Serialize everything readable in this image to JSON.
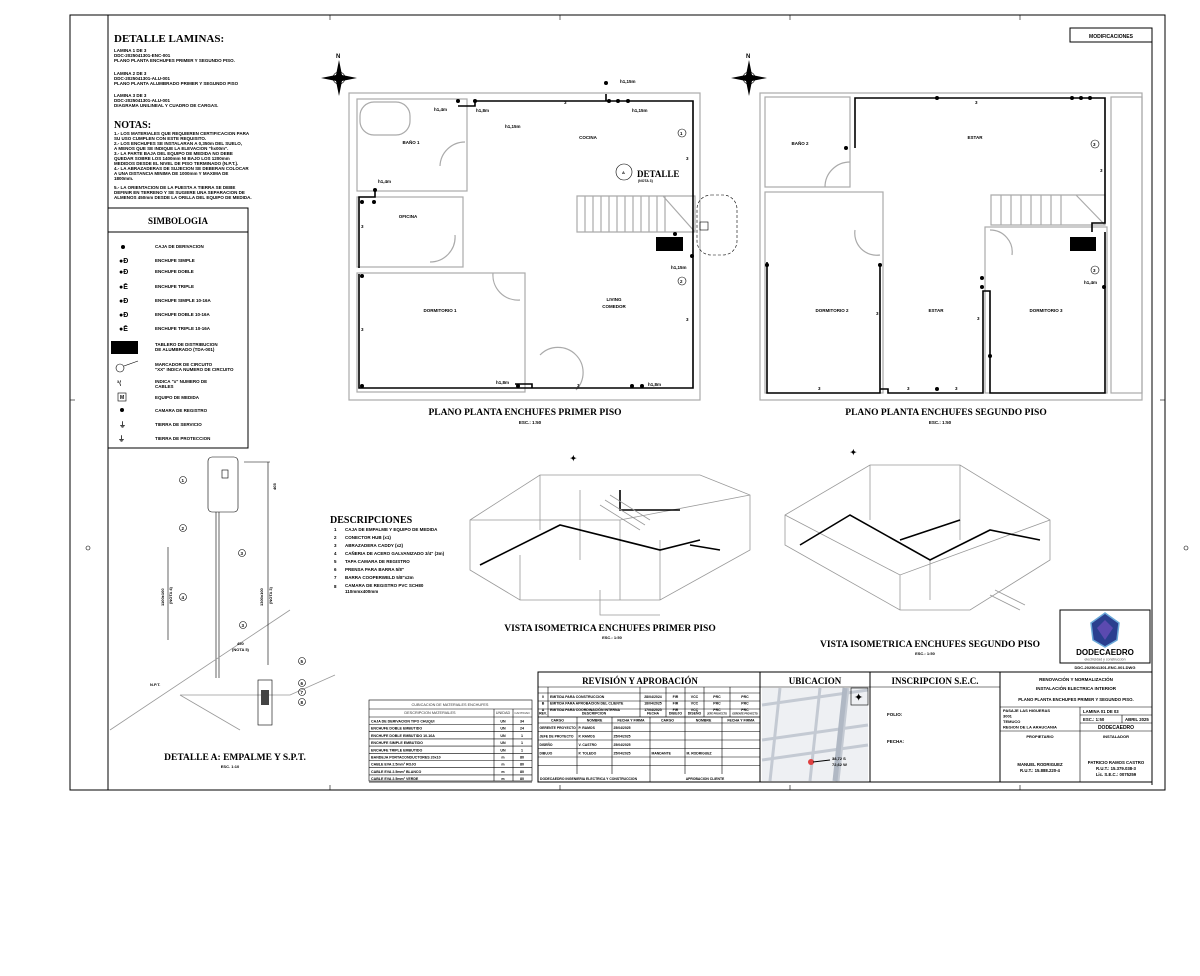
{
  "sheet_details": {
    "title": "DETALLE LAMINAS:",
    "sheets": [
      {
        "number": "LAMINA 1 DE 3",
        "code": "DDC-2025041301-ENC-001",
        "name": "PLANO PLANTA ENCHUFES PRIMER Y SEGUNDO PISO."
      },
      {
        "number": "LAMINA 2 DE 3",
        "code": "DDC-2025041301-ALU-001",
        "name": "PLANO PLANTA ALUMBRADO PRIMER Y SEGUNDO PISO"
      },
      {
        "number": "LAMINA 3 DE 3",
        "code": "DDC-2025041301-ALU-001",
        "name": "DIAGRAMA UNILINEAL Y CUADRO DE CARGAS."
      }
    ]
  },
  "notes": {
    "title": "NOTAS:",
    "lines": [
      "1.- LOS MATERIALES QUE REQUIEREN CERTIFICACION PARA",
      "SU USO CUMPLEN CON ESTE REQUISITO.",
      "2.- LOS ENCHUFES SE INSTALARAN A 0,350m DEL SUELO,",
      "A MENOS QUE SE INDIQUE LA ELEVACION \"hx00m\".",
      "3.- LA PARTE BAJA DEL EQUIPO DE MEDIDA NO DEBE",
      "QUEDAR SOBRE LOS 1400mm NI BAJO LOS 1200mm",
      "MEDIDOS DESDE EL NIVEL DE PISO TERMINADO (N.P.T.).",
      "4.- LA ABRAZADERAS DE SUJECION SE DEBERAN COLOCAR",
      "A UNA DISTANCIA MINIMA DE 1000mm Y MAXIMA DE",
      "1800mm.",
      "5.- LA ORIENTACION DE LA PUESTA A TIERRA SE DEBE",
      "DEFINIR EN TERRENO Y SE SUGIERE UNA SEPARACION DE",
      "ALMENOS 450mm DESDE LA ORILLA DEL EQUIPO DE MEDIDA."
    ]
  },
  "symbology": {
    "title": "SIMBOLOGIA",
    "items": [
      {
        "icon": "junction-box-icon",
        "label": "CAJA DE DERIVACION"
      },
      {
        "icon": "single-outlet-icon",
        "label": "ENCHUFE SIMPLE"
      },
      {
        "icon": "double-outlet-icon",
        "label": "ENCHUFE DOBLE"
      },
      {
        "icon": "triple-outlet-icon",
        "label": "ENCHUFE TRIPLE"
      },
      {
        "icon": "single-outlet-16a-icon",
        "label": "ENCHUFE SIMPLE 10-16A"
      },
      {
        "icon": "double-outlet-16a-icon",
        "label": "ENCHUFE DOBLE 10-16A"
      },
      {
        "icon": "triple-outlet-16a-icon",
        "label": "ENCHUFE TRIPLE 10-16A"
      },
      {
        "icon": "distribution-board-icon",
        "label": "TABLERO DE DISTRIBUCION",
        "label2": "DE ALUMBRADO (TDA-001)"
      },
      {
        "icon": "circuit-marker-icon",
        "label": "MARCADOR DE CIRCUITO",
        "label2": "\"XX\" INDICA NUMERO DE CIRCUITO"
      },
      {
        "icon": "cable-count-icon",
        "label": "INDICA \"x\" NUMERO DE",
        "label2": "CABLES"
      },
      {
        "icon": "meter-icon",
        "label": "EQUIPO DE MEDIDA"
      },
      {
        "icon": "inspection-chamber-icon",
        "label": "CAMARA DE REGISTRO"
      },
      {
        "icon": "service-ground-icon",
        "label": "TIERRA DE SERVICIO"
      },
      {
        "icon": "protection-ground-icon",
        "label": "TIERRA DE PROTECCION"
      }
    ]
  },
  "plan_first_floor": {
    "title": "PLANO PLANTA ENCHUFES PRIMER PISO",
    "scale": "ESC.: 1:50",
    "rooms": [
      "BAÑO 1",
      "COCINA",
      "OFICINA",
      "DORMITORIO 1",
      "LIVING",
      "COMEDOR"
    ],
    "heights": [
      "h1,4m",
      "h1,8m",
      "h1,15m",
      "h1,15m",
      "h1,15m",
      "h1,4m",
      "h1,15m",
      "h1,8m",
      "h1,8m"
    ],
    "detail_label": "DETALLE",
    "detail_note": "(NOTA 3)",
    "detail_ref": "A",
    "circuits": [
      "1",
      "2"
    ],
    "cable_count": "3"
  },
  "plan_second_floor": {
    "title": "PLANO PLANTA ENCHUFES SEGUNDO PISO",
    "scale": "ESC.: 1:50",
    "rooms": [
      "BAÑO 2",
      "ESTAR",
      "DORMITORIO 2",
      "ESTAR",
      "DORMITORIO 3"
    ],
    "heights": [
      "h1,4m"
    ],
    "circuits": [
      "3",
      "3"
    ],
    "cable_count": "3"
  },
  "north_label": "N",
  "iso_first": {
    "title": "VISTA ISOMETRICA ENCHUFES PRIMER PISO",
    "scale": "ESC.: 1:50"
  },
  "iso_second": {
    "title": "VISTA ISOMETRICA ENCHUFES SEGUNDO PISO",
    "scale": "ESC.: 1:50"
  },
  "detail_a": {
    "title": "DETALLE A: EMPALME Y S.P.T.",
    "scale": "ESC. 1:10",
    "dims": [
      "405",
      "1100±100",
      "(NOTA 4)",
      "1300±100",
      "(NOTA 3)",
      "450",
      "(NOTA 5)"
    ],
    "npt": "N.P.T.",
    "callouts": [
      "1",
      "2",
      "3",
      "4",
      "3",
      "5",
      "6",
      "7",
      "8"
    ]
  },
  "descriptions": {
    "title": "DESCRIPCIONES",
    "items": [
      {
        "n": "1",
        "text": "CAJA DE EMPALME Y EQUIPO DE MEDIDA"
      },
      {
        "n": "2",
        "text": "CONECTOR HUB (x1)"
      },
      {
        "n": "3",
        "text": "ABRAZADERA CADDY (x2)"
      },
      {
        "n": "4",
        "text": "CAÑERIA DE ACERO GALVANIZADO 3/4\" (3m)"
      },
      {
        "n": "5",
        "text": "TAPA CAMARA DE REGISTRO"
      },
      {
        "n": "6",
        "text": "PRENSA PARA BARRA 5/8\""
      },
      {
        "n": "7",
        "text": "BARRA COOPERWELD 5/8\"x2m"
      },
      {
        "n": "8",
        "text": "CAMARA DE REGISTRO PVC SCH80",
        "text2": "110mmx400mm"
      }
    ]
  },
  "materials": {
    "title": "CUBICACION DE MATERIALES ENCHUFES",
    "headers": [
      "DESCRIPCION MATERIALES",
      "UNIDAD",
      "CANTIDAD"
    ],
    "rows": [
      [
        "CAJA DE DERIVACION TIPO CHUQUI",
        "UN",
        "34"
      ],
      [
        "ENCHUFE DOBLE EMBUTIDO",
        "UN",
        "24"
      ],
      [
        "ENCHUFE DOBLE EMBUTIDO 10-16A",
        "UN",
        "1"
      ],
      [
        "ENCHUFE SIMPLE EMBUTIDO",
        "UN",
        "1"
      ],
      [
        "ENCHUFE TRIPLE EMBUTIDO",
        "UN",
        "1"
      ],
      [
        "BANDEJA PORTACONDUCTORES 20x10",
        "m",
        "80"
      ],
      [
        "CABLE EVA 2.5mm² ROJO",
        "m",
        "80"
      ],
      [
        "CABLE EVA 2.5mm² BLANCO",
        "m",
        "80"
      ],
      [
        "CABLE EVA 2.5mm² VERDE",
        "m",
        "80"
      ]
    ]
  },
  "revision": {
    "title": "REVISIÓN Y APROBACIÓN",
    "rows": [
      [
        "0",
        "EMITIDA PARA CONSTRUCCION",
        "28/04/2024",
        "FIR",
        "VCC",
        "PRC",
        "PRC"
      ],
      [
        "B",
        "EMITIDA PARA APROBACION DEL CLIENTE",
        "18/04/2025",
        "FIR",
        "VCC",
        "PRC",
        "PRC"
      ],
      [
        "A",
        "EMITIDA PARA COORDINACIÓN INTERNA",
        "17/04/2025",
        "FIR",
        "VCC",
        "PRC",
        "PRC"
      ]
    ],
    "headers": [
      "REV.",
      "DESCRIPCION",
      "FECHA",
      "DIBUJO",
      "DISEÑO",
      "JEFE PROYECTO",
      "GERENTE PROYECTO"
    ],
    "sign_headers": [
      "CARGO",
      "NOMBRE",
      "FECHA Y FIRMA",
      "CARGO",
      "NOMBRE",
      "FECHA Y FIRMA"
    ],
    "sign_rows": [
      [
        "GERENTE PROYECTO",
        "P. RAMOS",
        "25/04/2025",
        "",
        "",
        ""
      ],
      [
        "JEFE DE PROYECTO",
        "P. RAMOS",
        "25/04/2025",
        "",
        "",
        ""
      ],
      [
        "DISEÑO",
        "V. CASTRO",
        "25/04/2025",
        "",
        "",
        ""
      ],
      [
        "DIBUJO",
        "P. TOLEDO",
        "25/04/2025",
        "MANDANTE",
        "M. RODRIGUEZ",
        ""
      ]
    ],
    "footer_left": "DODECAEDRO INGENIERIA ELECTRICA Y CONSTRUCCION",
    "footer_right": "APROBACION CLIENTE"
  },
  "location": {
    "title": "UBICACION",
    "coords1": "38,72 S",
    "coords2": "72,62 W"
  },
  "sec": {
    "title": "INSCRIPCION S.E.C.",
    "folio": "FOLIO:",
    "fecha": "FECHA:"
  },
  "title_block": {
    "modifications": "MODIFICACIONES",
    "file": "DDC-2025041301-ENC-001.DWG",
    "line1": "RENOVACIÓN Y NORMALIZACIÓN",
    "line2": "INSTALACIÓN ELECTRICA INTERIOR",
    "line3": "PLANO PLANTA ENCHUFES PRIMER Y SEGUNDO PISO.",
    "address": [
      "PASAJE LAS HIGUERAS",
      "3001",
      "TEMUCO",
      "REGION DE LA ARAUCANIA"
    ],
    "sheet": "LAMINA 01 DE 03",
    "scale": "ESC.: 1:50",
    "date": "ABRIL 2025",
    "company": "DODECAEDRO",
    "owner_label": "PROPIETARIO",
    "owner_name": "MANUEL RODRIGUEZ",
    "owner_rut": "R.U.T.: 15.888.220-4",
    "installer_label": "INSTALADOR",
    "installer_name": "PATRICIO RAMOS CASTRO",
    "installer_rut": "R.U.T.: 15.379.038-3",
    "installer_lic": "Lic. S.E.C.: 0075259"
  },
  "logo": {
    "name": "DODECAEDRO",
    "tagline": "electricidad y construcción"
  }
}
